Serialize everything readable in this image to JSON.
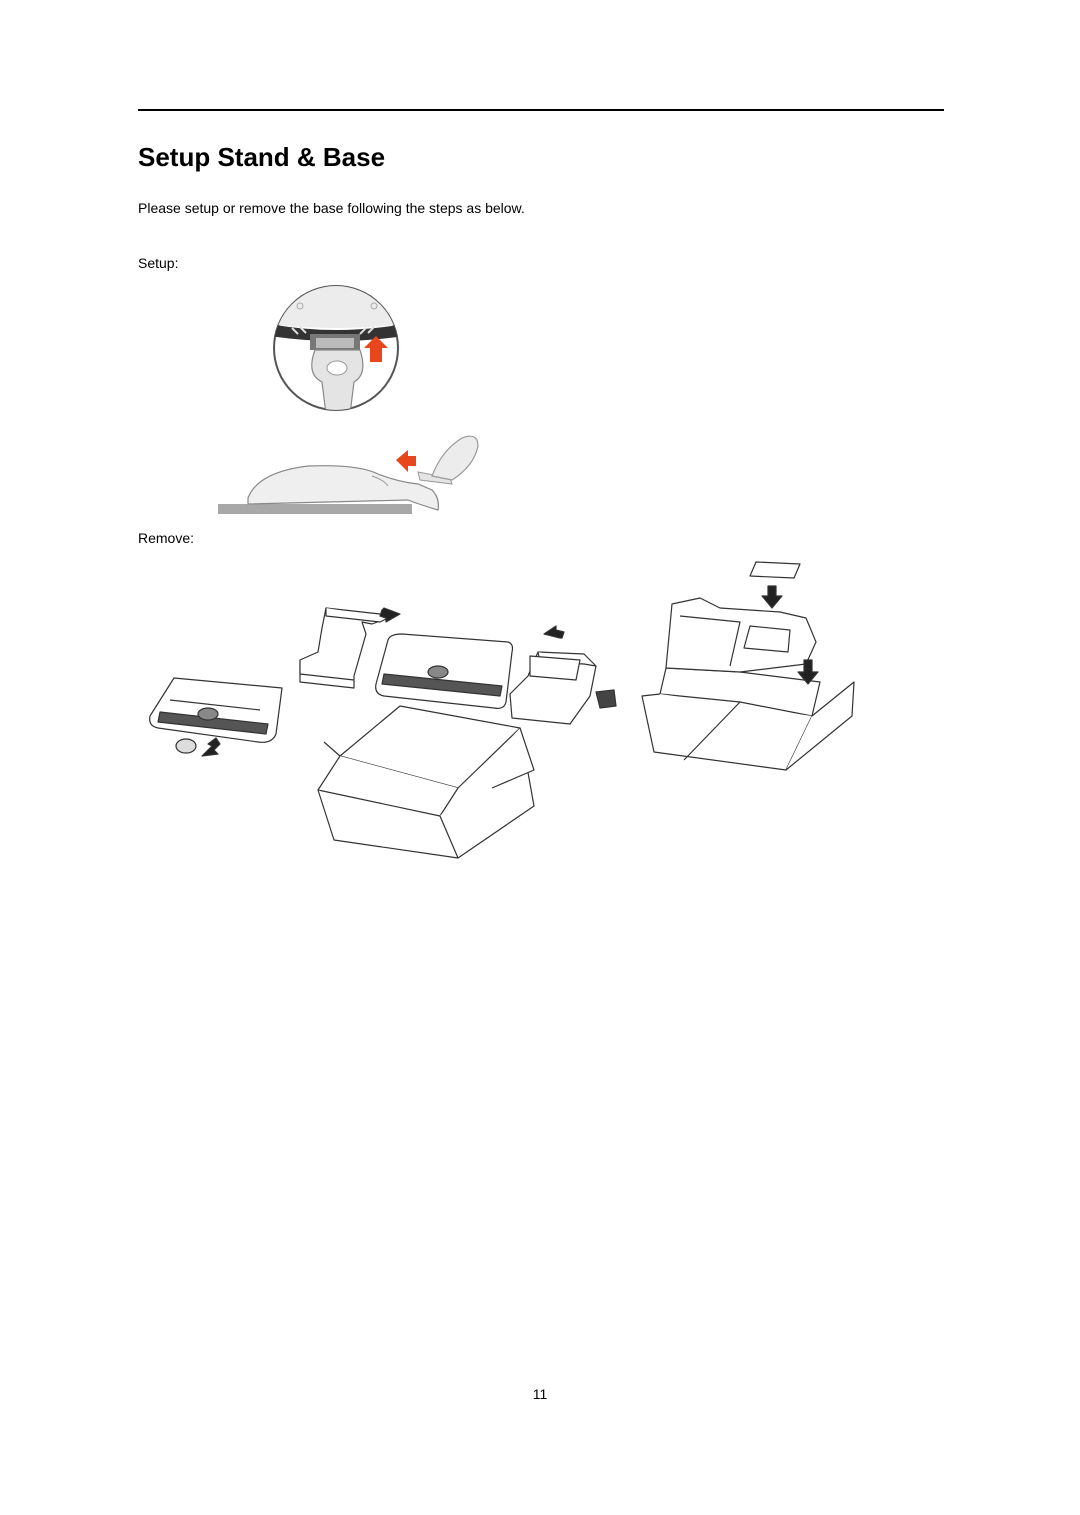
{
  "page": {
    "title": "Setup Stand & Base",
    "intro": "Please setup or remove the base following the steps as below.",
    "setup_label": "Setup:",
    "remove_label": "Remove:",
    "page_number": "11"
  },
  "colors": {
    "arrow_orange": "#e8461c",
    "arrow_dark": "#222222",
    "base_grey": "#a8a8a8"
  },
  "icons": {
    "setup_step1": "stand-attach-illustration",
    "setup_step2": "base-attach-illustration",
    "remove_steps": "unpacking-illustration"
  }
}
